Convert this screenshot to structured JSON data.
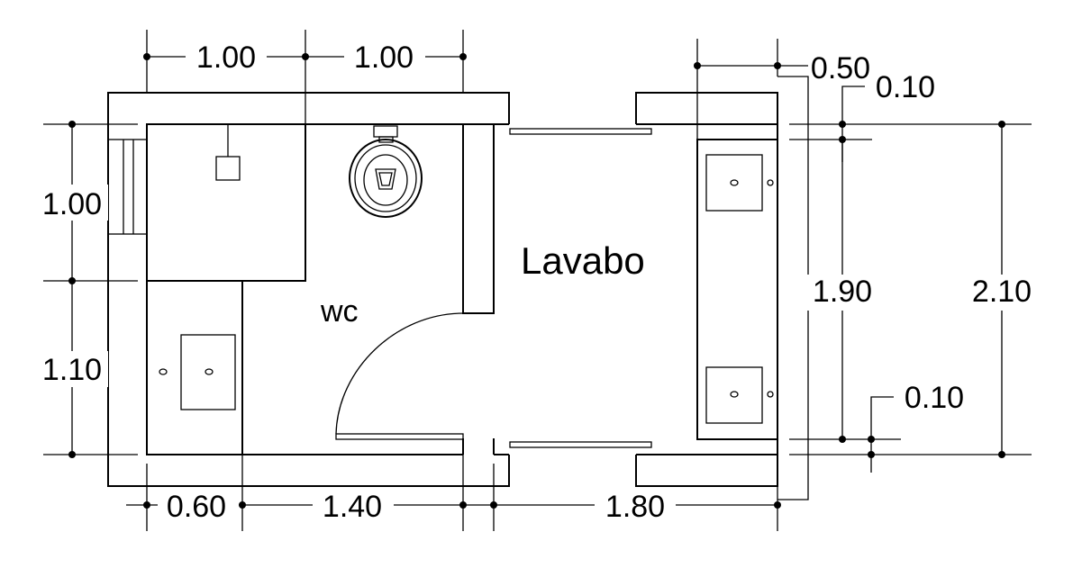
{
  "rooms": {
    "wc": "wc",
    "lavabo": "Lavabo"
  },
  "dimensions": {
    "top_1": "1.00",
    "top_2": "1.00",
    "top_right_wall": "0.50",
    "top_right_offset": "0.10",
    "left_upper": "1.00",
    "left_lower": "1.10",
    "right_inner": "1.90",
    "right_outer": "2.10",
    "bottom_right_offset": "0.10",
    "bottom_1": "0.60",
    "bottom_2": "1.40",
    "bottom_3": "1.80"
  }
}
